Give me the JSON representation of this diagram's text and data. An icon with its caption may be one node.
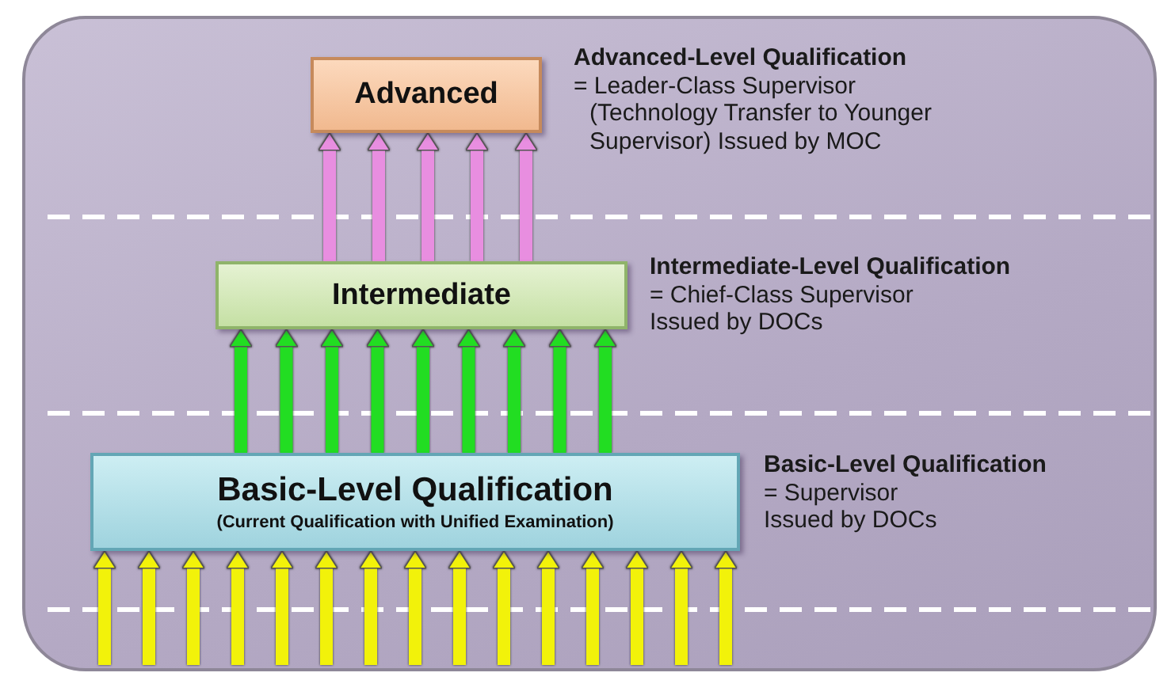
{
  "diagram": {
    "nodes": [
      {
        "text": [
          "Advanced"
        ],
        "beside": [
          "Advanced-Level Qualification",
          "= Leader-Class Supervisor",
          "(Technology Transfer to Younger Supervisor) Issued by MOC"
        ]
      },
      {
        "text": [
          "Intermediate"
        ],
        "beside": [
          "Intermediate-Level Qualification",
          "= Chief-Class Supervisor",
          "Issued by DOCs"
        ]
      },
      {
        "text": [
          "Basic-Level Qualification",
          "(Current Qualification with Unified Examination)"
        ],
        "beside": [
          "Basic-Level Qualification",
          "= Supervisor",
          "Issued by DOCs"
        ]
      }
    ],
    "edges": [
      {
        "from": 1,
        "to": 0,
        "arrow": "to",
        "color": "#e88ee0"
      },
      {
        "from": 1,
        "to": 0,
        "arrow": "to",
        "color": "#e88ee0"
      },
      {
        "from": 1,
        "to": 0,
        "arrow": "to",
        "color": "#e88ee0"
      },
      {
        "from": 1,
        "to": 0,
        "arrow": "to",
        "color": "#e88ee0"
      },
      {
        "from": 1,
        "to": 0,
        "arrow": "to",
        "color": "#e88ee0"
      },
      {
        "from": 2,
        "to": 1,
        "arrow": "to",
        "color": "#22dd22"
      },
      {
        "from": 2,
        "to": 1,
        "arrow": "to",
        "color": "#22dd22"
      },
      {
        "from": 2,
        "to": 1,
        "arrow": "to",
        "color": "#22dd22"
      },
      {
        "from": 2,
        "to": 1,
        "arrow": "to",
        "color": "#22dd22"
      },
      {
        "from": 2,
        "to": 1,
        "arrow": "to",
        "color": "#22dd22"
      },
      {
        "from": 2,
        "to": 1,
        "arrow": "to",
        "color": "#22dd22"
      },
      {
        "from": 2,
        "to": 1,
        "arrow": "to",
        "color": "#22dd22"
      },
      {
        "from": 2,
        "to": 1,
        "arrow": "to",
        "color": "#22dd22"
      },
      {
        "from": 2,
        "to": 1,
        "arrow": "to",
        "color": "#22dd22"
      },
      {
        "from": null,
        "to": 2,
        "arrow": "to"
      },
      {
        "from": null,
        "to": 2,
        "arrow": "to"
      },
      {
        "from": null,
        "to": 2,
        "arrow": "to"
      },
      {
        "from": null,
        "to": 2,
        "arrow": "to"
      },
      {
        "from": null,
        "to": 2,
        "arrow": "to"
      },
      {
        "from": null,
        "to": 2,
        "arrow": "to"
      },
      {
        "from": null,
        "to": 2,
        "arrow": "to"
      },
      {
        "from": null,
        "to": 2,
        "arrow": "to"
      },
      {
        "from": null,
        "to": 2,
        "arrow": "to"
      },
      {
        "from": null,
        "to": 2,
        "arrow": "to"
      },
      {
        "from": null,
        "to": 2,
        "arrow": "to"
      },
      {
        "from": null,
        "to": 2,
        "arrow": "to"
      },
      {
        "from": null,
        "to": 2,
        "arrow": "to"
      },
      {
        "from": null,
        "to": 2,
        "arrow": "to"
      },
      {
        "from": null,
        "to": 2,
        "arrow": "to"
      }
    ]
  }
}
